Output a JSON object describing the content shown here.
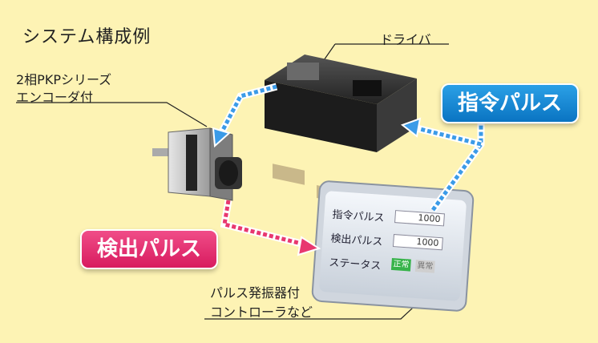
{
  "title": "システム構成例",
  "labels": {
    "driver": "ドライバ",
    "motor_line1": "2相PKPシリーズ",
    "motor_line2": "エンコーダ付",
    "controller_line1": "パルス発振器付",
    "controller_line2": "コントローラなど"
  },
  "badges": {
    "command": "指令パルス",
    "detect": "検出パルス"
  },
  "panel": {
    "rows": [
      {
        "label": "指令パルス",
        "value": "1000"
      },
      {
        "label": "検出パルス",
        "value": "1000"
      }
    ],
    "status_label": "ステータス",
    "status_ok": "正常",
    "status_alarm": "異常"
  },
  "colors": {
    "background": "#fdf3b4",
    "command_arrow": "#3b9be8",
    "detect_arrow": "#e8386f"
  }
}
